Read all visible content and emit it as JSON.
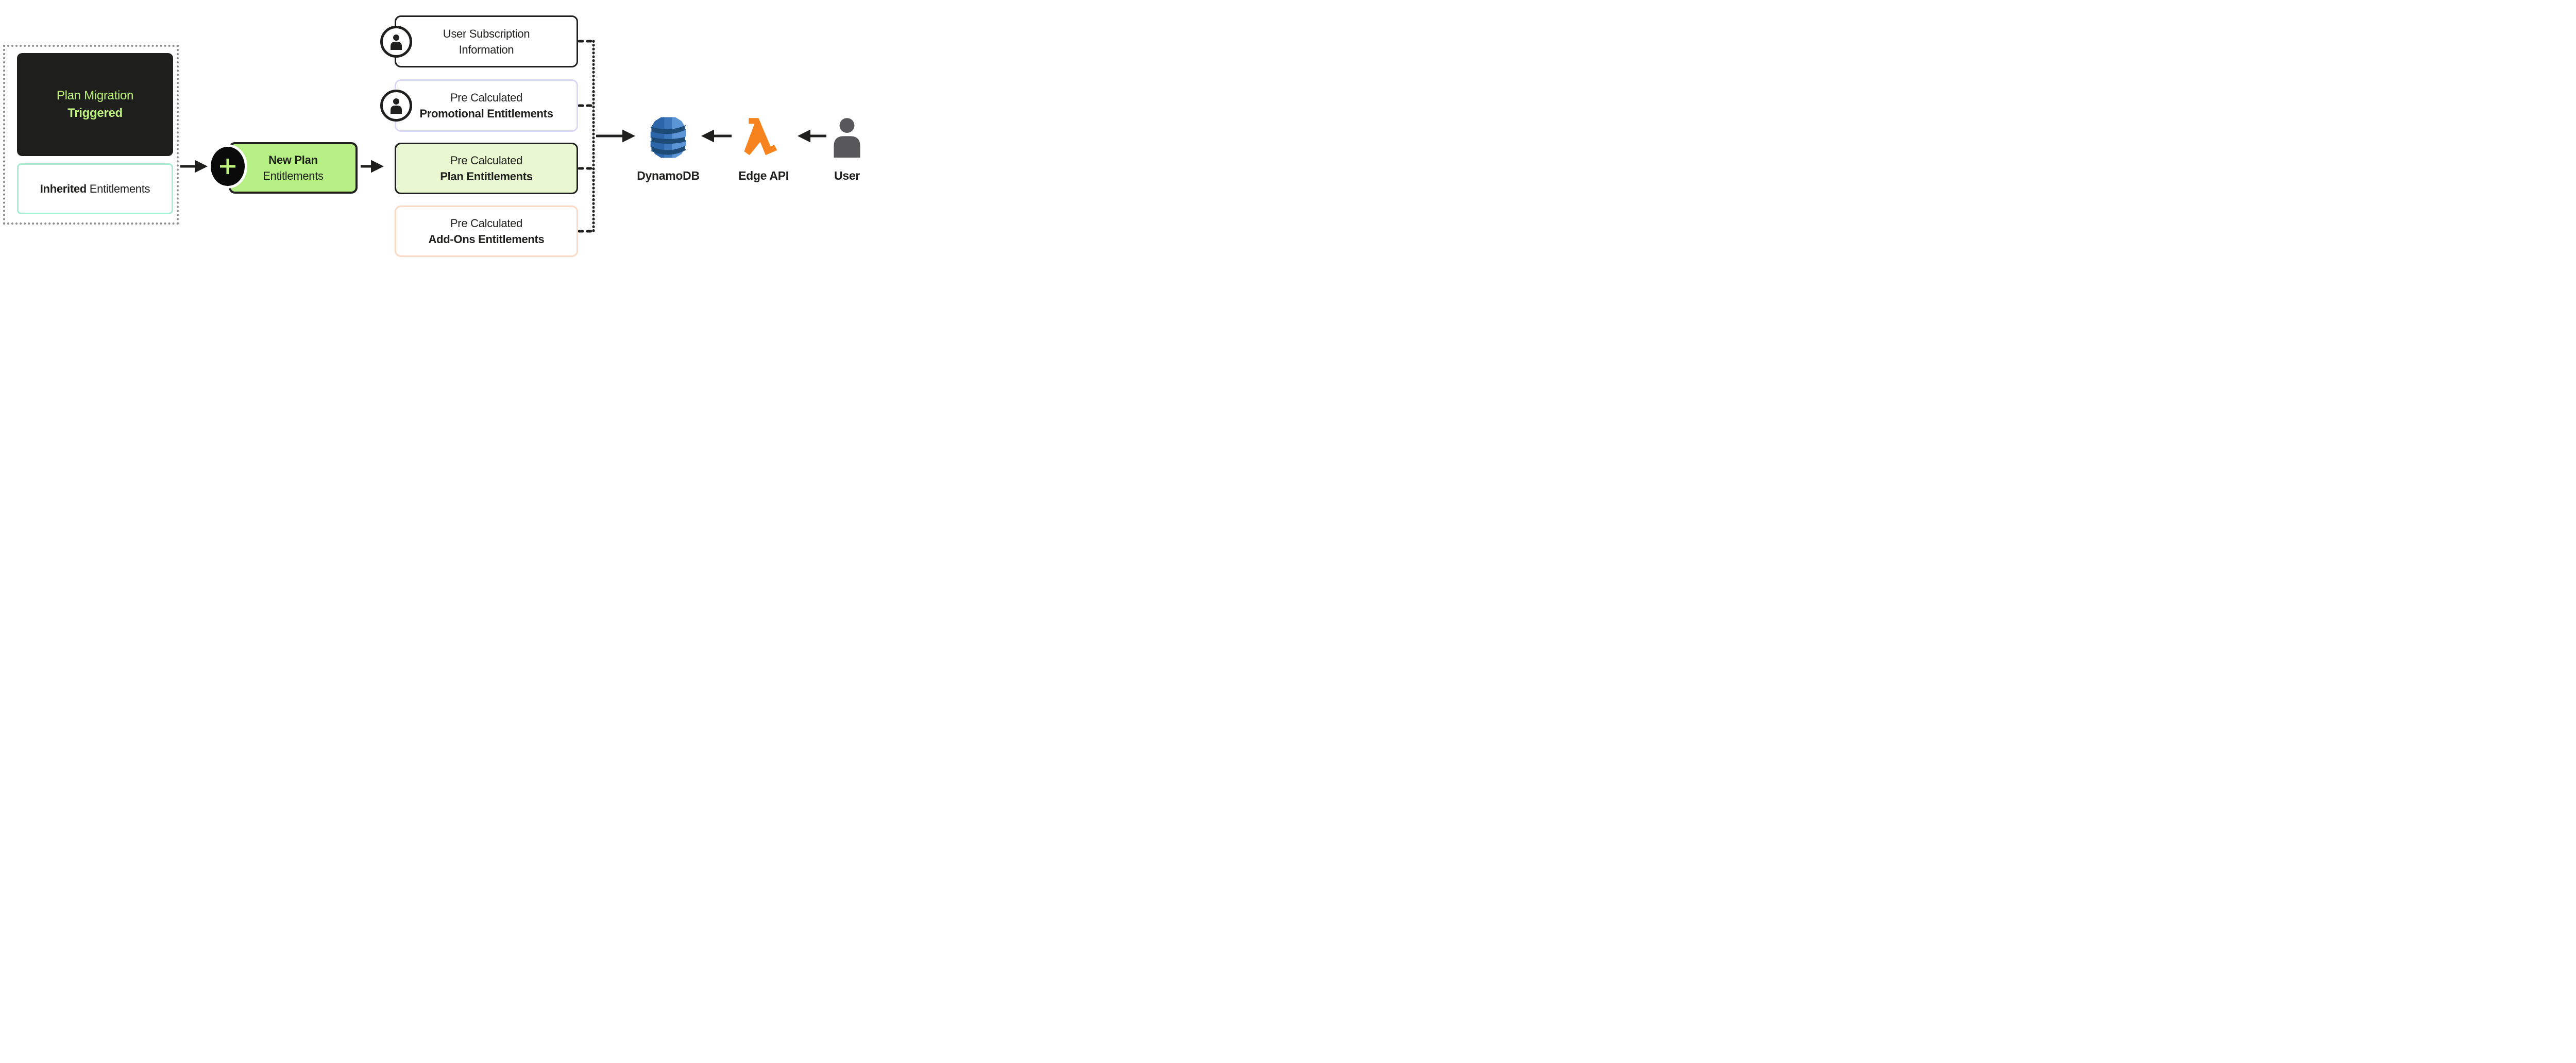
{
  "trigger": {
    "line1": "Plan Migration",
    "line2": "Triggered",
    "inherited_bold": "Inherited",
    "inherited_rest": " Entitlements"
  },
  "merge_node": {
    "symbol": "+"
  },
  "new_plan": {
    "line1": "New Plan",
    "line2": "Entitlements"
  },
  "sources": [
    {
      "line1": "User Subscription",
      "line2": "Information",
      "icon": "person-icon"
    },
    {
      "line1": "Pre Calculated",
      "line2": "Promotional Entitlements",
      "icon": "person-icon"
    },
    {
      "line1": "Pre Calculated",
      "line2": "Plan Entitlements",
      "icon": ""
    },
    {
      "line1": "Pre Calculated",
      "line2": "Add-Ons Entitlements",
      "icon": ""
    }
  ],
  "services": [
    {
      "label": "DynamoDB",
      "icon": "dynamodb-icon"
    },
    {
      "label": "Edge API",
      "icon": "lambda-icon"
    },
    {
      "label": "User",
      "icon": "user-icon"
    }
  ],
  "colors": {
    "ink": "#1f1f1d",
    "dark_box_bg": "#1e1e1c",
    "accent_green_text": "#bdf37c",
    "new_plan_bg": "#b6ef83",
    "plan_entitlements_bg": "#e9f8d0",
    "mint_border": "#a9ecd2",
    "lavender_border": "#d9d8f6",
    "peach_border": "#fbd9c4",
    "dotted_gray": "#8a8a8a",
    "dynamodb_blue": "#3c77bb",
    "dynamodb_blue_light": "#5d96d7",
    "dynamodb_blue_dark": "#2d66a8",
    "dynamodb_band": "#1d4b76",
    "lambda_orange": "#f6831e",
    "user_gray": "#58585a"
  }
}
